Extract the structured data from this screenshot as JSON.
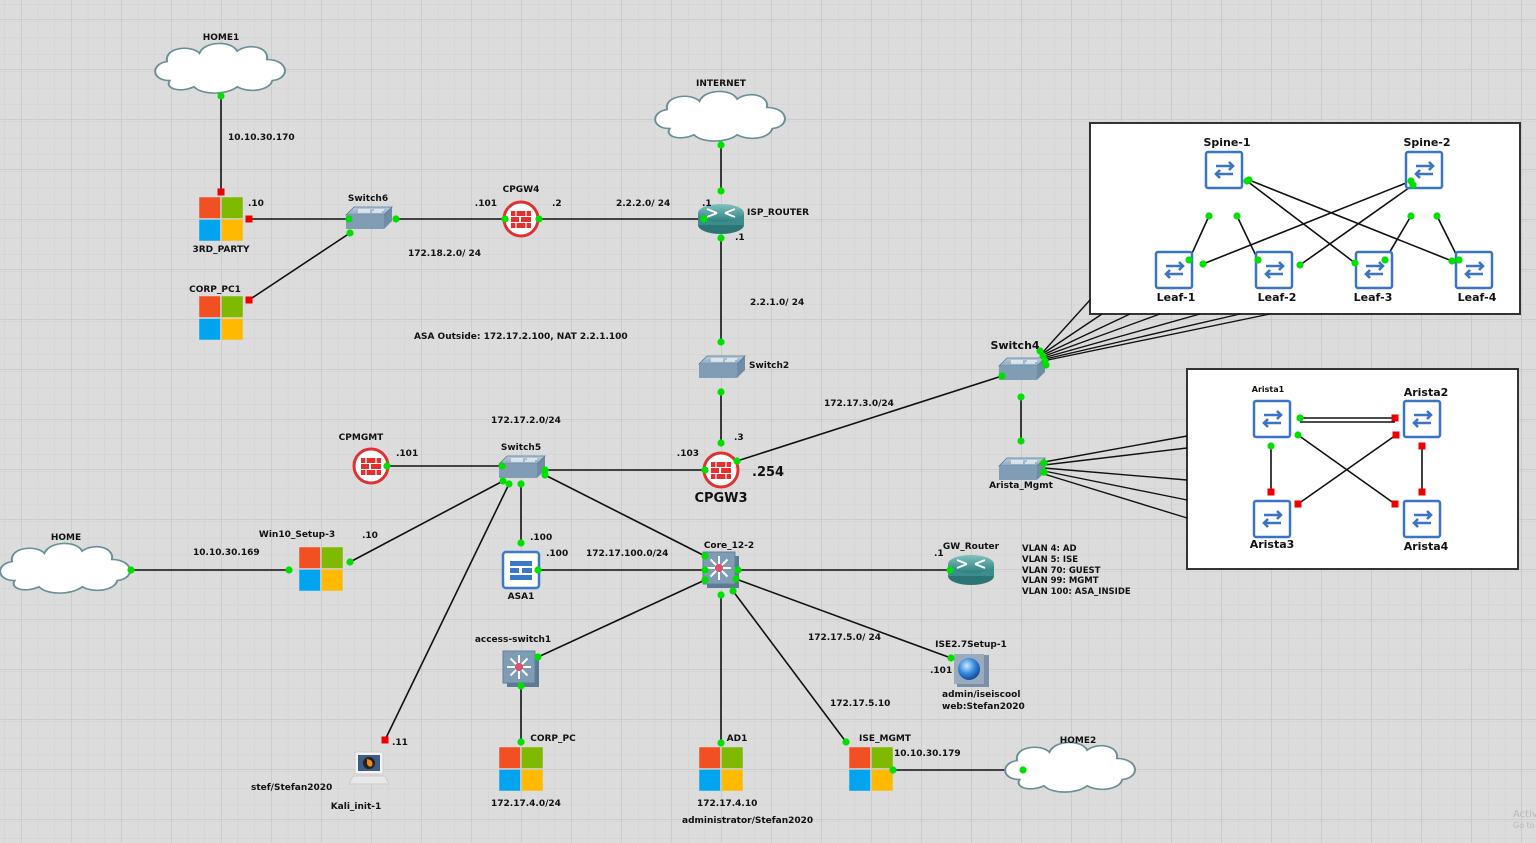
{
  "app": {
    "type": "network-topology-editor"
  },
  "colors": {
    "canvas": "#dcdcdc",
    "link": "#111111",
    "port_up": "#00e000",
    "port_down": "#ee0000",
    "firewall": "#e03030",
    "router": "#3a8d8c",
    "switch": "#7f9cb5",
    "box_border": "#333333"
  },
  "nodes": [
    {
      "id": "home1",
      "type": "cloud",
      "label": "HOME1"
    },
    {
      "id": "third_party",
      "type": "windows",
      "label": "3RD_PARTY"
    },
    {
      "id": "corp_pc1",
      "type": "windows",
      "label": "CORP_PC1"
    },
    {
      "id": "switch6",
      "type": "switch",
      "label": "Switch6"
    },
    {
      "id": "cpgw4",
      "type": "firewall",
      "label": "CPGW4"
    },
    {
      "id": "internet",
      "type": "cloud",
      "label": "INTERNET"
    },
    {
      "id": "isp_router",
      "type": "router",
      "label": "ISP_ROUTER"
    },
    {
      "id": "switch2",
      "type": "switch",
      "label": "Switch2"
    },
    {
      "id": "cpgw3",
      "type": "firewall",
      "label": "CPGW3"
    },
    {
      "id": "cpmgmt",
      "type": "firewall",
      "label": "CPMGMT"
    },
    {
      "id": "switch5",
      "type": "switch",
      "label": "Switch5"
    },
    {
      "id": "home",
      "type": "cloud",
      "label": "HOME"
    },
    {
      "id": "win10",
      "type": "windows",
      "label": "Win10_Setup-3"
    },
    {
      "id": "asa1",
      "type": "asa",
      "label": "ASA1"
    },
    {
      "id": "core",
      "type": "l3switch",
      "label": "Core_12-2"
    },
    {
      "id": "gw_router",
      "type": "router",
      "label": "GW_Router"
    },
    {
      "id": "ise",
      "type": "ise",
      "label": "ISE2.7Setup-1"
    },
    {
      "id": "access_switch1",
      "type": "l3switch",
      "label": "access-switch1"
    },
    {
      "id": "corp_pc",
      "type": "windows",
      "label": "CORP_PC"
    },
    {
      "id": "ad1",
      "type": "windows",
      "label": "AD1"
    },
    {
      "id": "ise_mgmt",
      "type": "windows",
      "label": "ISE_MGMT"
    },
    {
      "id": "home2",
      "type": "cloud",
      "label": "HOME2"
    },
    {
      "id": "kali",
      "type": "laptop",
      "label": "Kali_init-1"
    },
    {
      "id": "switch4",
      "type": "switch",
      "label": "Switch4"
    },
    {
      "id": "arista_mgmt",
      "type": "switch",
      "label": "Arista_Mgmt"
    },
    {
      "id": "spine1",
      "type": "dcswitch",
      "label": "Spine-1"
    },
    {
      "id": "spine2",
      "type": "dcswitch",
      "label": "Spine-2"
    },
    {
      "id": "leaf1",
      "type": "dcswitch",
      "label": "Leaf-1"
    },
    {
      "id": "leaf2",
      "type": "dcswitch",
      "label": "Leaf-2"
    },
    {
      "id": "leaf3",
      "type": "dcswitch",
      "label": "Leaf-3"
    },
    {
      "id": "leaf4",
      "type": "dcswitch",
      "label": "Leaf-4"
    },
    {
      "id": "arista1",
      "type": "dcswitch",
      "label": "Arista1"
    },
    {
      "id": "arista2",
      "type": "dcswitch",
      "label": "Arista2"
    },
    {
      "id": "arista3",
      "type": "dcswitch",
      "label": "Arista3"
    },
    {
      "id": "arista4",
      "type": "dcswitch",
      "label": "Arista4"
    }
  ],
  "links": [
    {
      "a": "home1",
      "b": "third_party",
      "a_state": "up",
      "b_state": "down"
    },
    {
      "a": "third_party",
      "b": "switch6",
      "a_state": "down",
      "b_state": "up"
    },
    {
      "a": "corp_pc1",
      "b": "switch6",
      "a_state": "down",
      "b_state": "up"
    },
    {
      "a": "switch6",
      "b": "cpgw4",
      "a_state": "up",
      "b_state": "up"
    },
    {
      "a": "cpgw4",
      "b": "isp_router",
      "a_state": "up",
      "b_state": "up"
    },
    {
      "a": "internet",
      "b": "isp_router",
      "a_state": "up",
      "b_state": "up"
    },
    {
      "a": "isp_router",
      "b": "switch2",
      "a_state": "up",
      "b_state": "up"
    },
    {
      "a": "switch2",
      "b": "cpgw3",
      "a_state": "up",
      "b_state": "up"
    },
    {
      "a": "cpgw3",
      "b": "switch4",
      "a_state": "up",
      "b_state": "up"
    },
    {
      "a": "cpmgmt",
      "b": "switch5",
      "a_state": "up",
      "b_state": "up"
    },
    {
      "a": "switch5",
      "b": "cpgw3",
      "a_state": "up",
      "b_state": "up"
    },
    {
      "a": "win10",
      "b": "switch5",
      "a_state": "up",
      "b_state": "up"
    },
    {
      "a": "home",
      "b": "win10",
      "a_state": "up",
      "b_state": "up"
    },
    {
      "a": "switch5",
      "b": "asa1",
      "a_state": "up",
      "b_state": "up"
    },
    {
      "a": "switch5",
      "b": "core",
      "a_state": "up",
      "b_state": "up"
    },
    {
      "a": "switch5",
      "b": "kali",
      "a_state": "up",
      "b_state": "down"
    },
    {
      "a": "asa1",
      "b": "core",
      "a_state": "up",
      "b_state": "up"
    },
    {
      "a": "core",
      "b": "gw_router",
      "a_state": "up",
      "b_state": "up"
    },
    {
      "a": "core",
      "b": "ise",
      "a_state": "up",
      "b_state": "up"
    },
    {
      "a": "core",
      "b": "access_switch1",
      "a_state": "up",
      "b_state": "up"
    },
    {
      "a": "core",
      "b": "ad1",
      "a_state": "up",
      "b_state": "up"
    },
    {
      "a": "core",
      "b": "ise_mgmt",
      "a_state": "up",
      "b_state": "up"
    },
    {
      "a": "access_switch1",
      "b": "corp_pc",
      "a_state": "up",
      "b_state": "up"
    },
    {
      "a": "ise_mgmt",
      "b": "home2",
      "a_state": "up",
      "b_state": "up"
    },
    {
      "a": "switch4",
      "b": "arista_mgmt",
      "a_state": "up",
      "b_state": "up"
    },
    {
      "a": "spine1",
      "b": "leaf1",
      "a_state": "up",
      "b_state": "up"
    },
    {
      "a": "spine1",
      "b": "leaf2",
      "a_state": "up",
      "b_state": "up"
    },
    {
      "a": "spine1",
      "b": "leaf3",
      "a_state": "up",
      "b_state": "up"
    },
    {
      "a": "spine1",
      "b": "leaf4",
      "a_state": "up",
      "b_state": "up"
    },
    {
      "a": "spine2",
      "b": "leaf1",
      "a_state": "up",
      "b_state": "up"
    },
    {
      "a": "spine2",
      "b": "leaf2",
      "a_state": "up",
      "b_state": "up"
    },
    {
      "a": "spine2",
      "b": "leaf3",
      "a_state": "up",
      "b_state": "up"
    },
    {
      "a": "spine2",
      "b": "leaf4",
      "a_state": "up",
      "b_state": "up"
    },
    {
      "a": "arista1",
      "b": "arista2",
      "a_state": "up",
      "b_state": "down"
    },
    {
      "a": "arista1",
      "b": "arista3",
      "a_state": "up",
      "b_state": "down"
    },
    {
      "a": "arista1",
      "b": "arista4",
      "a_state": "up",
      "b_state": "down"
    },
    {
      "a": "arista2",
      "b": "arista3",
      "a_state": "down",
      "b_state": "down"
    },
    {
      "a": "arista2",
      "b": "arista4",
      "a_state": "down",
      "b_state": "down"
    }
  ],
  "annotations": [
    {
      "id": "ip-home1",
      "text": "10.10.30.170"
    },
    {
      "id": "ip-3rdparty",
      "text": ".10"
    },
    {
      "id": "ip-cpgw4-in",
      "text": ".101"
    },
    {
      "id": "ip-cpgw4-out",
      "text": ".2"
    },
    {
      "id": "net-172-18",
      "text": "172.18.2.0/ 24"
    },
    {
      "id": "net-2-2-2",
      "text": "2.2.2.0/ 24"
    },
    {
      "id": "ip-isp-left",
      "text": ".1"
    },
    {
      "id": "ip-isp-down",
      "text": ".1"
    },
    {
      "id": "net-2-2-1",
      "text": "2.2.1.0/ 24"
    },
    {
      "id": "asa-outside",
      "text": "ASA Outside: 172.17.2.100, NAT 2.2.1.100"
    },
    {
      "id": "net-172-17-2",
      "text": "172.17.2.0/24"
    },
    {
      "id": "ip-cpmgmt",
      "text": ".101"
    },
    {
      "id": "ip-cpgw3-in",
      "text": ".103"
    },
    {
      "id": "ip-cpgw3-up",
      "text": ".3"
    },
    {
      "id": "ip-cpgw3-254",
      "text": ".254"
    },
    {
      "id": "net-172-17-3",
      "text": "172.17.3.0/24"
    },
    {
      "id": "ip-home",
      "text": "10.10.30.169"
    },
    {
      "id": "ip-win10",
      "text": ".10"
    },
    {
      "id": "ip-asa1-up",
      "text": ".100"
    },
    {
      "id": "ip-asa1-right",
      "text": ".100"
    },
    {
      "id": "net-172-17-100",
      "text": "172.17.100.0/24"
    },
    {
      "id": "ip-gw",
      "text": ".1"
    },
    {
      "id": "vlan-4",
      "text": "VLAN 4: AD"
    },
    {
      "id": "vlan-5",
      "text": "VLAN 5: ISE"
    },
    {
      "id": "vlan-70",
      "text": "VLAN 70: GUEST"
    },
    {
      "id": "vlan-99",
      "text": "VLAN 99: MGMT"
    },
    {
      "id": "vlan-100",
      "text": "VLAN 100: ASA_INSIDE"
    },
    {
      "id": "net-172-17-5",
      "text": "172.17.5.0/ 24"
    },
    {
      "id": "ip-ise",
      "text": ".101"
    },
    {
      "id": "ise-cred1",
      "text": "admin/iseiscool"
    },
    {
      "id": "ise-cred2",
      "text": "web:Stefan2020"
    },
    {
      "id": "ip-172-17-5-10",
      "text": "172.17.5.10"
    },
    {
      "id": "ip-kali",
      "text": ".11"
    },
    {
      "id": "kali-cred",
      "text": "stef/Stefan2020"
    },
    {
      "id": "net-172-17-4",
      "text": "172.17.4.0/24"
    },
    {
      "id": "ip-ad1",
      "text": "172.17.4.10"
    },
    {
      "id": "ad1-cred",
      "text": "administrator/Stefan2020"
    },
    {
      "id": "ip-ise-mgmt",
      "text": "10.10.30.179"
    }
  ],
  "watermark": {
    "line1": "Activa",
    "line2": "Go to S"
  }
}
